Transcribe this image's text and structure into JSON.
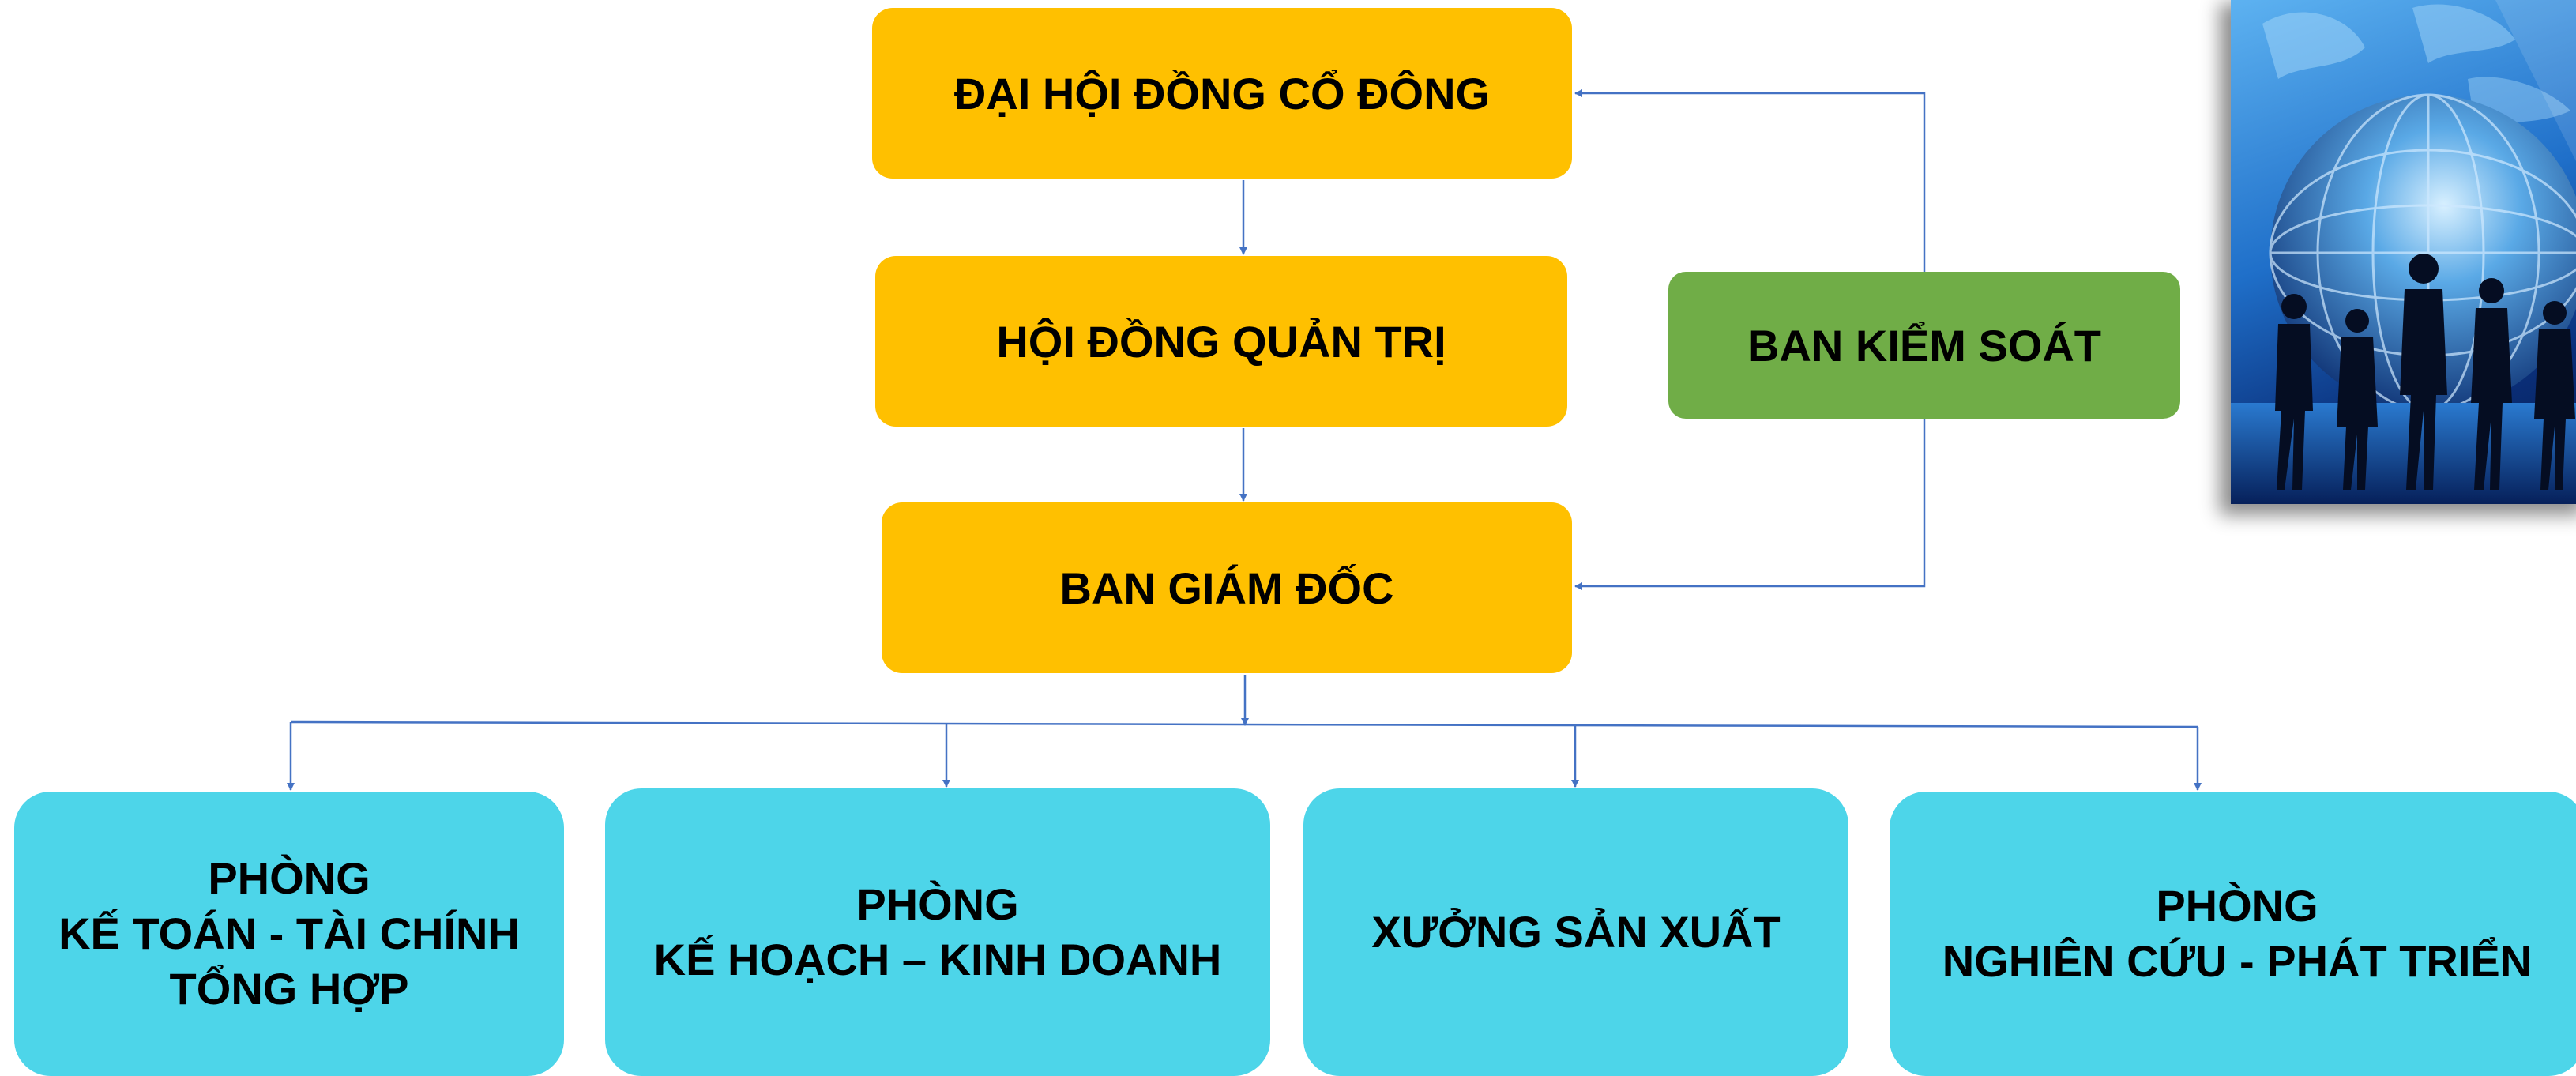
{
  "nodes": {
    "shareholders": "ĐẠI HỘI ĐỒNG CỔ ĐÔNG",
    "board": "HỘI ĐỒNG QUẢN TRỊ",
    "directors": "BAN GIÁM ĐỐC",
    "supervisory": "BAN KIỂM SOÁT",
    "accounting": [
      "PHÒNG",
      "KẾ TOÁN - TÀI CHÍNH",
      "TỔNG HỢP"
    ],
    "planning": [
      "PHÒNG",
      "KẾ HOẠCH – KINH DOANH"
    ],
    "workshop": "XƯỞNG SẢN XUẤT",
    "research": [
      "PHÒNG",
      "NGHIÊN CỨU - PHÁT TRIỂN"
    ]
  },
  "colors": {
    "executive": "#FFC000",
    "supervisory": "#70AD47",
    "department": "#4DD5E9",
    "connector": "#4472C4"
  },
  "picture": {
    "icon": "globe-business-people-icon"
  }
}
